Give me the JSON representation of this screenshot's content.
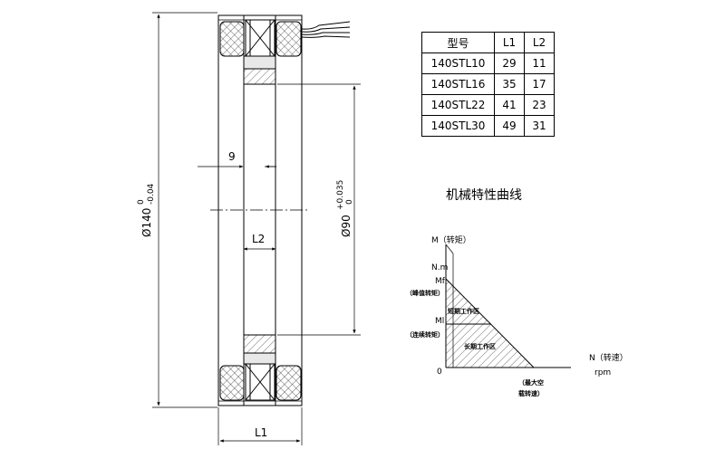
{
  "spec_table": {
    "headers": [
      "型号",
      "L1",
      "L2"
    ],
    "rows": [
      [
        "140STL10",
        "29",
        "11"
      ],
      [
        "140STL16",
        "35",
        "17"
      ],
      [
        "140STL22",
        "41",
        "23"
      ],
      [
        "140STL30",
        "49",
        "31"
      ]
    ]
  },
  "dimensions": {
    "outer_diameter": "Ø140",
    "outer_tol_upper": "0",
    "outer_tol_lower": "-0.04",
    "inner_diameter": "Ø90",
    "inner_tol_upper": "+0.035",
    "inner_tol_lower": "0",
    "width_9": "9",
    "l2": "L2",
    "l1": "L1"
  },
  "curve": {
    "title": "机械特性曲线",
    "y_axis_label": "M（转矩）",
    "y_axis_unit": "N.m",
    "mf_label": "Mf",
    "mf_desc": "（峰值转矩）",
    "ml_label": "Ml",
    "ml_desc": "（连续转矩）",
    "zone_short": "短期工作区",
    "zone_long": "长期工作区",
    "x_axis_label": "N（转速）",
    "x_axis_unit": "rpm",
    "origin": "0",
    "nmax_desc_1": "（最大空",
    "nmax_desc_2": "载转速）"
  }
}
